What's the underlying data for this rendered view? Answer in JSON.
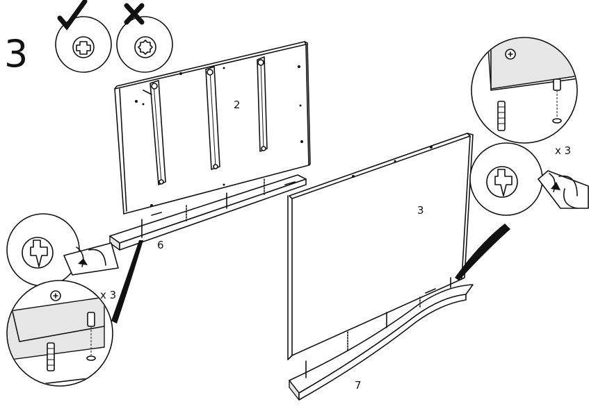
{
  "step": {
    "number": "3",
    "correct_screw_icon": "check-icon",
    "wrong_screw_icon": "cross-icon"
  },
  "parts": {
    "panel_back": "2",
    "panel_front": "3",
    "base_left": "6",
    "base_right": "7"
  },
  "quantities": {
    "left": "x 3",
    "right": "x 3"
  },
  "colors": {
    "line": "#111111",
    "background": "#ffffff",
    "shade": "#e6e6e6"
  }
}
